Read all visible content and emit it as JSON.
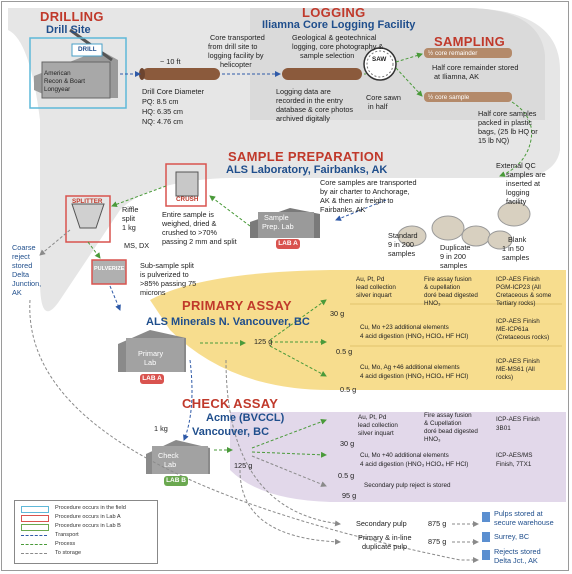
{
  "drilling": {
    "title": "DRILLING",
    "subtitle": "Drill Site",
    "rig_tag": "DRILL",
    "rig_label": [
      "American",
      "Recon & Boart",
      "Longyear"
    ],
    "distance": "~ 10 ft",
    "core_diameter": [
      "Drill Core Diameter",
      "PQ: 8.5 cm",
      "HQ: 6.35 cm",
      "NQ: 4.76 cm"
    ]
  },
  "logging": {
    "title": "LOGGING",
    "subtitle": "Iliamna Core Logging Facility",
    "transport_note": [
      "Core transported",
      "from drill site to",
      "logging facility by",
      "helicopter"
    ],
    "geo_note": [
      "Geological & geotechnical",
      "logging, core photography &",
      "sample selection"
    ],
    "data_note": [
      "Logging data are",
      "recorded in the entry",
      "database & core photos",
      "archived digitally"
    ],
    "saw_label": "SAW",
    "saw_note": [
      "Core sawn",
      "in half"
    ]
  },
  "sampling": {
    "title": "SAMPLING",
    "half_core_tag": "½ core remainder",
    "half_core_note": [
      "Half core remainder stored",
      "at Iliamna, AK"
    ],
    "half_sample_tag": "½ core sample",
    "bags_note": [
      "Half core samples",
      "packed in plastic",
      "bags, (25 lb HQ or",
      "15 lb NQ)"
    ]
  },
  "sample_prep": {
    "title": "SAMPLE PREPARATION",
    "subtitle": "ALS Laboratory, Fairbanks, AK",
    "crush_label": "CRUSH",
    "splitter_label": "SPLITTER",
    "pulverize_label": "PULVERIZE",
    "transport_note": [
      "Core samples are transported",
      "by air charter to Anchorage,",
      "AK & then air freight to",
      "Fairbanks, AK"
    ],
    "crush_note": [
      "Entire sample is",
      "weighed, dried &",
      "crushed to >70%",
      "passing 2 mm and split"
    ],
    "prep_lab": [
      "Sample",
      "Prep. Lab"
    ],
    "lab_tag": "LAB A",
    "riffle_note": [
      "Riffle",
      "split",
      "1 kg"
    ],
    "ms_dx": "MS, DX",
    "coarse_reject": [
      "Coarse",
      "reject",
      "stored",
      "Delta",
      "Junction,",
      "AK"
    ],
    "pulverize_note": [
      "Sub-sample split",
      "is pulverized to",
      ">85% passing 75",
      "microns"
    ],
    "qc_note": [
      "External QC",
      "samples are",
      "inserted at",
      "logging",
      "facility"
    ],
    "standard": [
      "Standard",
      "9 in 200",
      "samples"
    ],
    "duplicate": [
      "Duplicate",
      "9 in 200",
      "samples"
    ],
    "blank": [
      "Blank",
      "1 in 50",
      "samples"
    ]
  },
  "primary_assay": {
    "title": "PRIMARY ASSAY",
    "subtitle": "ALS Minerals N. Vancouver, BC",
    "lab_name": [
      "Primary",
      "Lab"
    ],
    "lab_tag": "LAB A",
    "split_mass": "125 g",
    "rows": [
      {
        "mass": "30 g",
        "method": [
          "Au, Pt, Pd",
          "lead collection",
          "silver inquart"
        ],
        "digest": [
          "Fire assay fusion",
          "& cupellation",
          "doré bead digested",
          "HNO₃"
        ],
        "finish": [
          "ICP-AES Finish",
          "PGM-ICP23 (All",
          "Cretaceous & some",
          "Tertiary rocks)"
        ]
      },
      {
        "mass": "0.5 g",
        "method": [
          "Cu, Mo +23 additional elements",
          "4 acid digestion (HNO₃ HClO₄ HF HCl)"
        ],
        "digest": [],
        "finish": [
          "ICP-AES Finish",
          "ME-ICP61a",
          "(Cretaceous rocks)"
        ]
      },
      {
        "mass": "0.5 g",
        "method": [
          "Cu, Mo, Ag +46 additional elements",
          "4 acid digestion (HNO₃ HClO₄ HF HCl)"
        ],
        "digest": [],
        "finish": [
          "ICP-AES Finish",
          "ME-MS61 (All",
          "rocks)"
        ]
      }
    ]
  },
  "check_assay": {
    "title": "CHECK ASSAY",
    "subtitle": [
      "Acme (BVCCL)",
      "Vancouver, BC"
    ],
    "lab_name": [
      "Check",
      "Lab"
    ],
    "lab_tag": "LAB B",
    "input_mass": "1 kg",
    "split_mass": "125 g",
    "rows": [
      {
        "mass": "30 g",
        "method": [
          "Au, Pt, Pd",
          "lead collection",
          "silver inquart"
        ],
        "digest": [
          "Fire assay fusion",
          "& Cupellation",
          "doré bead digested",
          "HNO₃"
        ],
        "finish": [
          "ICP-AES Finish",
          "3B01"
        ]
      },
      {
        "mass": "0.5 g",
        "method": [
          "Cu, Mo +40 additional elements",
          "4 acid digestion (HNO₃ HClO₄ HF HCl)"
        ],
        "digest": [],
        "finish": [
          "ICP-AES/MS",
          "Finish, 7TX1"
        ]
      },
      {
        "mass": "95 g",
        "method": [
          "Secondary pulp reject is stored"
        ],
        "digest": [],
        "finish": []
      }
    ]
  },
  "storage": {
    "secondary_pulp": "Secondary pulp",
    "secondary_mass": "875 g",
    "duplicate_pulp": [
      "Primary & in-line",
      "duplicate pulp"
    ],
    "duplicate_mass": "875 g",
    "pulps_stored": [
      "Pulps stored at",
      "secure warehouse"
    ],
    "surrey": "Surrey, BC",
    "rejects": [
      "Rejects stored",
      "Delta Jct., AK"
    ]
  },
  "legend": {
    "items": [
      {
        "label": "Procedure occurs in the field",
        "color": "#5fb8d8"
      },
      {
        "label": "Procedure occurs in Lab A",
        "color": "#d9534f"
      },
      {
        "label": "Procedure occurs in Lab B",
        "color": "#6aa84f"
      },
      {
        "label": "Transport",
        "color": "#2f5aa8"
      },
      {
        "label": "Process",
        "color": "#4a9a3a"
      },
      {
        "label": "To storage",
        "color": "#8a8a8a"
      }
    ]
  },
  "colors": {
    "heading": "#c0392b",
    "subheading": "#1f4e8c",
    "primary_band": "#f4d98a",
    "check_band": "#ddd3e6",
    "gray_band": "#dcdcdc"
  }
}
